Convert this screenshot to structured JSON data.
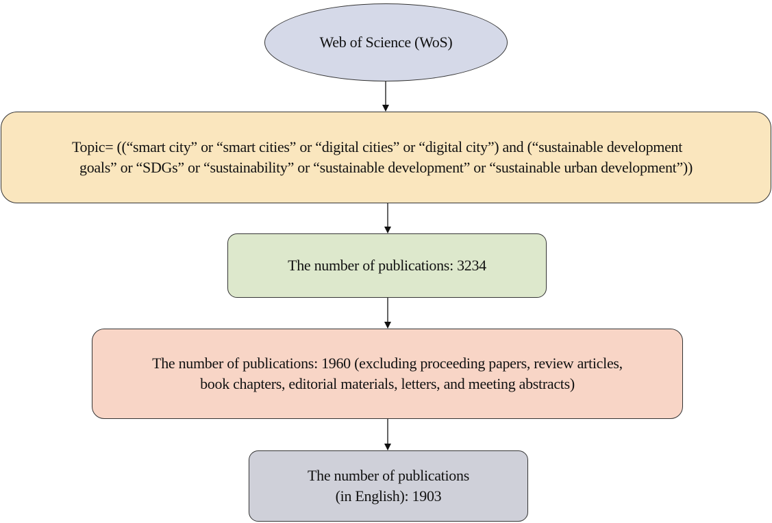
{
  "nodes": {
    "source": {
      "text": "Web of Science (WoS)",
      "color": "#d5d9e8"
    },
    "query": {
      "lines": [
        "Topic= ((“smart city” or “smart cities” or “digital cities” or “digital city”) and (“sustainable development",
        "goals” or “SDGs” or “sustainability” or “sustainable development” or “sustainable urban development”))"
      ],
      "color": "#fae6be"
    },
    "total": {
      "text": "The number of publications: 3234",
      "color": "#dde8cc"
    },
    "filtered": {
      "lines": [
        "The number of publications: 1960 (excluding proceeding papers, review articles,",
        "book chapters, editorial materials, letters, and meeting abstracts)"
      ],
      "color": "#f8d5c6"
    },
    "english": {
      "lines": [
        "The number of publications",
        "(in English): 1903"
      ],
      "color": "#cfd0d9"
    }
  }
}
